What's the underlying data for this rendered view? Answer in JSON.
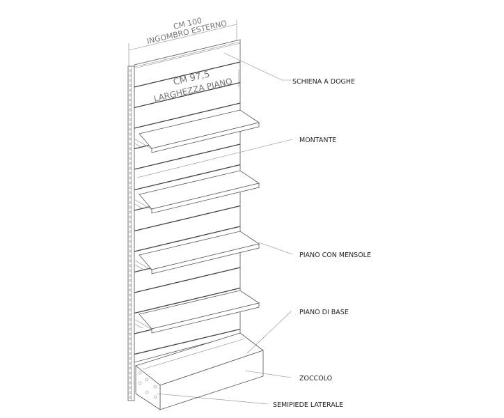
{
  "dimensions": {
    "outer_value": "CM 100",
    "outer_label": "INGOMBRO ESTERNO",
    "inner_value": "CM 97,5",
    "inner_label": "LARGHEZZA PIANO"
  },
  "callouts": [
    {
      "id": "back",
      "text": "SCHIENA A DOGHE"
    },
    {
      "id": "upright",
      "text": "MONTANTE"
    },
    {
      "id": "shelf",
      "text": "PIANO CON MENSOLE"
    },
    {
      "id": "baseshelf",
      "text": "PIANO DI BASE"
    },
    {
      "id": "plinth",
      "text": "ZOCCOLO"
    },
    {
      "id": "foot",
      "text": "SEMIPIEDE LATERALE"
    }
  ]
}
